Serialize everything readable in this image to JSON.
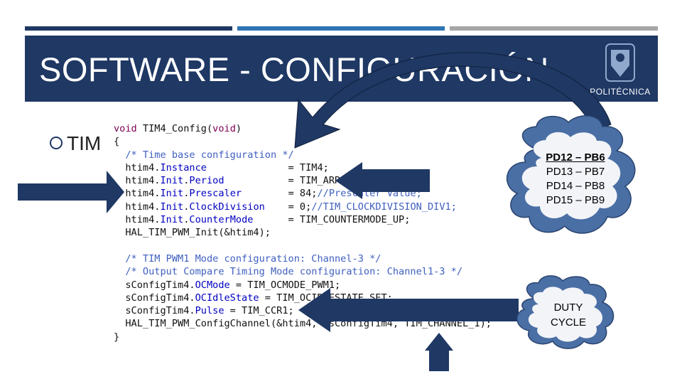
{
  "slide": {
    "title": "SOFTWARE - CONFIGURACIÓN",
    "logo_text": "POLITÉCNICA",
    "bullet": "TIM",
    "arrow_value": "1000"
  },
  "code_lines": [
    {
      "parts": [
        {
          "t": "kw",
          "s": "void"
        },
        {
          "t": "",
          "s": " TIM4_Config("
        },
        {
          "t": "kw",
          "s": "void"
        },
        {
          "t": "",
          "s": ")"
        }
      ]
    },
    {
      "parts": [
        {
          "t": "",
          "s": "{"
        }
      ]
    },
    {
      "parts": [
        {
          "t": "cm",
          "s": "  /* Time base configuration */"
        }
      ]
    },
    {
      "parts": [
        {
          "t": "",
          "s": "  htim4."
        },
        {
          "t": "fld",
          "s": "Instance"
        },
        {
          "t": "",
          "s": "              = TIM4;"
        }
      ]
    },
    {
      "parts": [
        {
          "t": "",
          "s": "  htim4."
        },
        {
          "t": "fld",
          "s": "Init"
        },
        {
          "t": "",
          "s": "."
        },
        {
          "t": "fld",
          "s": "Period"
        },
        {
          "t": "",
          "s": "           = TIM_ARR;"
        }
      ]
    },
    {
      "parts": [
        {
          "t": "",
          "s": "  htim4."
        },
        {
          "t": "fld",
          "s": "Init"
        },
        {
          "t": "",
          "s": "."
        },
        {
          "t": "fld",
          "s": "Prescaler"
        },
        {
          "t": "",
          "s": "        = 84;"
        },
        {
          "t": "cm",
          "s": "//Prescaler Value;"
        }
      ]
    },
    {
      "parts": [
        {
          "t": "",
          "s": "  htim4."
        },
        {
          "t": "fld",
          "s": "Init"
        },
        {
          "t": "",
          "s": "."
        },
        {
          "t": "fld",
          "s": "ClockDivision"
        },
        {
          "t": "",
          "s": "    = 0;"
        },
        {
          "t": "cm",
          "s": "//TIM_CLOCKDIVISION_DIV1;"
        }
      ]
    },
    {
      "parts": [
        {
          "t": "",
          "s": "  htim4."
        },
        {
          "t": "fld",
          "s": "Init"
        },
        {
          "t": "",
          "s": "."
        },
        {
          "t": "fld",
          "s": "CounterMode"
        },
        {
          "t": "",
          "s": "      = TIM_COUNTERMODE_UP;"
        }
      ]
    },
    {
      "parts": [
        {
          "t": "",
          "s": "  HAL_TIM_PWM_Init(&htim4);"
        }
      ]
    },
    {
      "parts": [
        {
          "t": "",
          "s": " "
        }
      ]
    },
    {
      "parts": [
        {
          "t": "cm",
          "s": "  /* TIM PWM1 Mode configuration: Channel-3 */"
        }
      ]
    },
    {
      "parts": [
        {
          "t": "cm",
          "s": "  /* Output Compare Timing Mode configuration: Channel1-3 */"
        }
      ]
    },
    {
      "parts": [
        {
          "t": "",
          "s": "  sConfigTim4."
        },
        {
          "t": "fld",
          "s": "OCMode"
        },
        {
          "t": "",
          "s": " = TIM_OCMODE_PWM1;"
        }
      ]
    },
    {
      "parts": [
        {
          "t": "",
          "s": "  sConfigTim4."
        },
        {
          "t": "fld",
          "s": "OCIdleState"
        },
        {
          "t": "",
          "s": " = TIM_OCIDLESTATE_SET;"
        }
      ]
    },
    {
      "parts": [
        {
          "t": "",
          "s": "  sConfigTim4."
        },
        {
          "t": "fld",
          "s": "Pulse"
        },
        {
          "t": "",
          "s": " = TIM_CCR1;"
        }
      ]
    },
    {
      "parts": [
        {
          "t": "",
          "s": "  HAL_TIM_PWM_ConfigChannel(&htim4, &sConfigTim4, TIM_CHANNEL_1);"
        }
      ]
    },
    {
      "parts": [
        {
          "t": "",
          "s": "}"
        }
      ]
    }
  ],
  "cloud_pins": {
    "line1": "PD12 – PB6",
    "line2": "PD13 – PB7",
    "line3": "PD14 – PB8",
    "line4": "PD15 – PB9"
  },
  "cloud_duty": {
    "line1": "DUTY",
    "line2": "CYCLE"
  },
  "colors": {
    "navy": "#1f3864",
    "blue": "#2e75b6",
    "gray": "#a6a6a6",
    "cloud": "#4a6fa5"
  }
}
